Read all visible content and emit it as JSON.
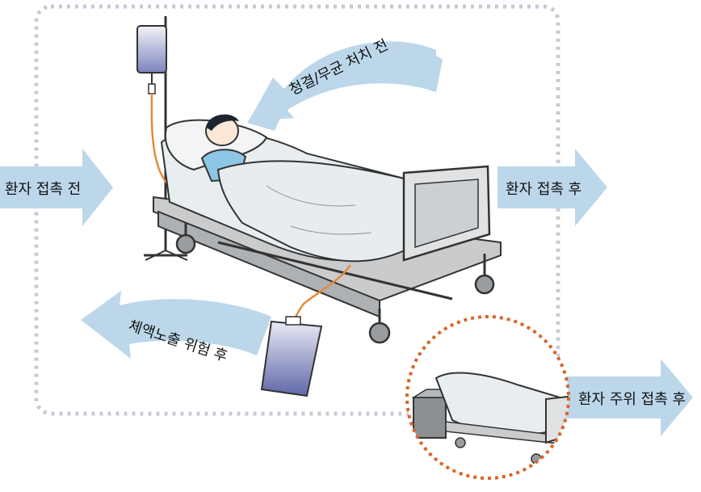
{
  "labels": {
    "before_patient_contact": "환자 접촉 전",
    "before_aseptic_procedure": "청결/무균 처치 전",
    "after_patient_contact": "환자 접촉 후",
    "after_body_fluid_exposure": "체액노출 위험 후",
    "after_surroundings_contact": "환자 주위 접촉 후"
  },
  "colors": {
    "arrow_fill": "#bcd7ea",
    "zone_border": "#c9c9d6",
    "inset_border": "#d7662a",
    "iv_tube": "#e48a3c",
    "fluid": "#6f78b8",
    "sheet": "#e8eef0",
    "gown": "#8ec6e6"
  }
}
